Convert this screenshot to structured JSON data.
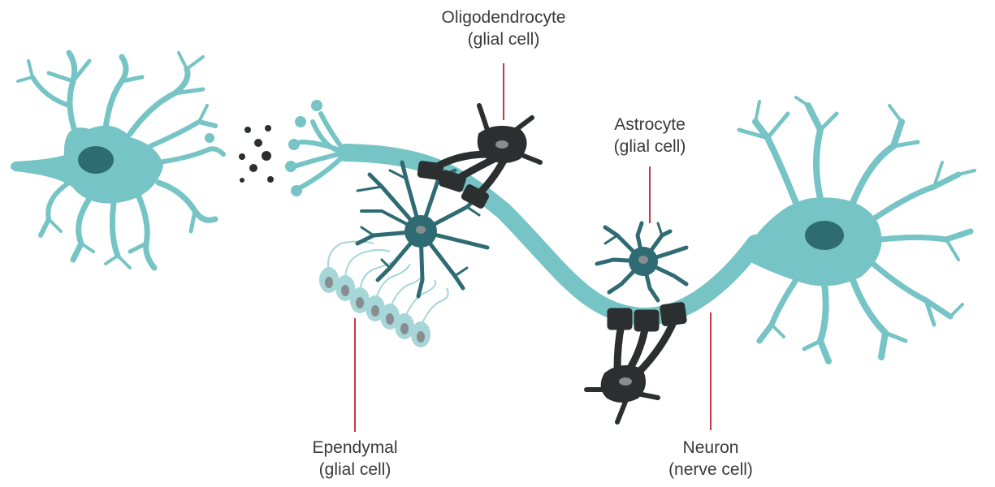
{
  "labels": {
    "oligodendrocyte": {
      "name": "Oligodendrocyte",
      "type": "(glial cell)"
    },
    "astrocyte": {
      "name": "Astrocyte",
      "type": "(glial cell)"
    },
    "ependymal": {
      "name": "Ependymal",
      "type": "(glial cell)"
    },
    "neuron": {
      "name": "Neuron",
      "type": "(nerve cell)"
    }
  },
  "colors": {
    "neuron": "#76c4c5",
    "astrocyte": "#2f6b73",
    "oligodendrocyte": "#2b2f30",
    "ependymal": "#a6d6d8",
    "nucleus_dark": "#2f6b73",
    "nucleus_grey": "#8a8d8f",
    "leader": "#c8364a"
  }
}
